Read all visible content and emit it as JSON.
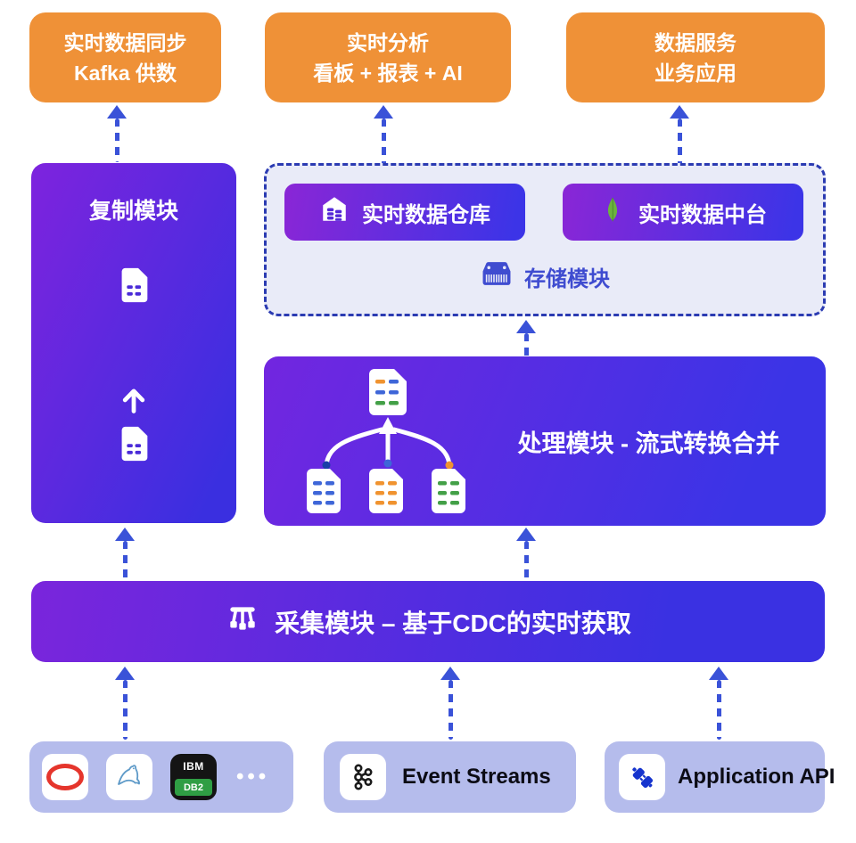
{
  "top_boxes": [
    {
      "line1": "实时数据同步",
      "line2": "Kafka 供数"
    },
    {
      "line1": "实时分析",
      "line2": "看板 + 报表 + AI"
    },
    {
      "line1": "数据服务",
      "line2": "业务应用"
    }
  ],
  "replication": {
    "title": "复制模块"
  },
  "storage": {
    "warehouse": "实时数据仓库",
    "platform": "实时数据中台",
    "title": "存储模块"
  },
  "processing": {
    "title": "处理模块 - 流式转换合并"
  },
  "collection": {
    "title": "采集模块 – 基于CDC的实时获取"
  },
  "sources": {
    "db2_top": "IBM",
    "db2_bottom": "DB2",
    "more": "•••",
    "event_streams": "Event Streams",
    "application_api": "Application API"
  },
  "icons": {
    "warehouse": "data-warehouse-house-icon",
    "platform": "mongodb-leaf-icon",
    "storage": "storage-drive-icon",
    "replication_doc": "document-icon",
    "replication_up": "up-arrow-icon",
    "processing": "merge-documents-illustration",
    "collection": "pipeline-tree-icon",
    "oracle": "oracle-ring-icon",
    "mysql": "mysql-dolphin-icon",
    "ibm_db2": "ibm-db2-badge-icon",
    "event_streams": "kafka-nodes-icon",
    "application_api": "plug-icon",
    "more": "ellipsis-icon"
  },
  "colors": {
    "orange": "#EF9137",
    "gradient_purple": "#7A25DC",
    "gradient_blue": "#3A31E2",
    "arrow_blue": "#3A52D8",
    "dashed_border": "#2B3BB2",
    "storage_bg": "#E9EBF8",
    "storage_text": "#3F4CD0",
    "source_bg": "#B5BCEC",
    "mongo_green": "#6CB33F",
    "oracle_red": "#E5352C",
    "db2_green": "#2F9E44",
    "doc_line_blue": "#3E66D8",
    "doc_line_orange": "#F0932F",
    "doc_line_green": "#43A047"
  }
}
